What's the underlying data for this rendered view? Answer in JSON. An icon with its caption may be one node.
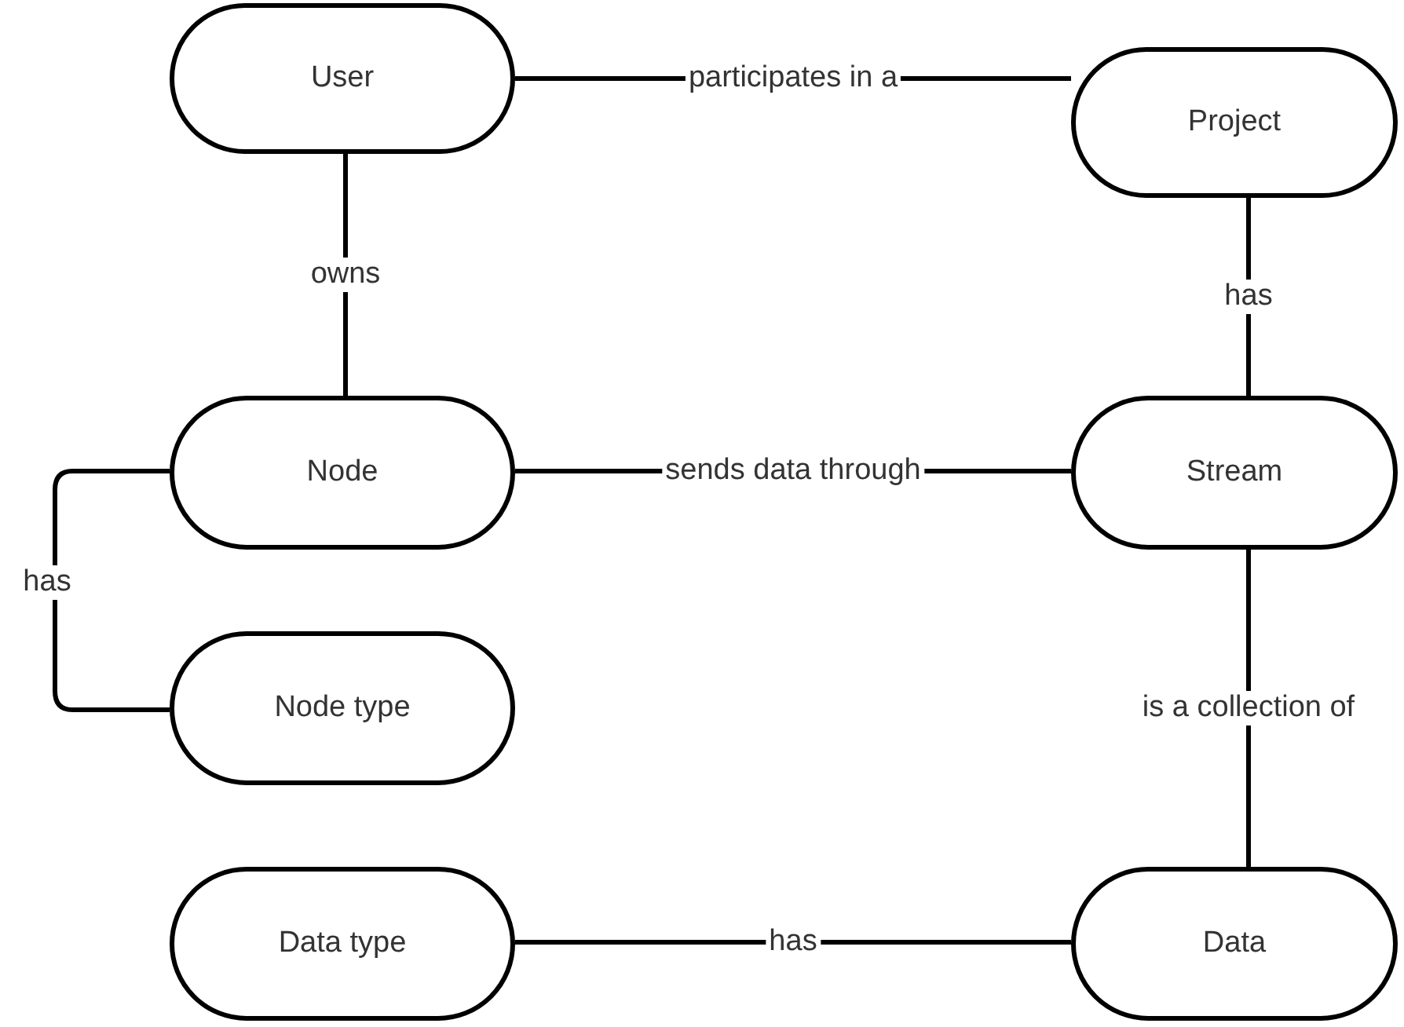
{
  "diagram": {
    "nodes": [
      {
        "text": [
          "User"
        ]
      },
      {
        "text": [
          "Project"
        ]
      },
      {
        "text": [
          "Node"
        ]
      },
      {
        "text": [
          "Stream"
        ]
      },
      {
        "text": [
          "Node type"
        ]
      },
      {
        "text": [
          "Data type"
        ]
      },
      {
        "text": [
          "Data"
        ]
      }
    ],
    "edges": [
      {
        "from": 0,
        "to": 1,
        "arrow": "none",
        "label": "participates in a"
      },
      {
        "from": 1,
        "to": 3,
        "arrow": "none",
        "label": "has"
      },
      {
        "from": 0,
        "to": 2,
        "arrow": "none",
        "label": "owns"
      },
      {
        "from": 2,
        "to": 3,
        "arrow": "none",
        "label": "sends data through"
      },
      {
        "from": 2,
        "to": 4,
        "arrow": "none",
        "label": "has"
      },
      {
        "from": 3,
        "to": 6,
        "arrow": "none",
        "label": "is a collection of"
      },
      {
        "from": 5,
        "to": 6,
        "arrow": "none",
        "label": "has"
      }
    ]
  }
}
